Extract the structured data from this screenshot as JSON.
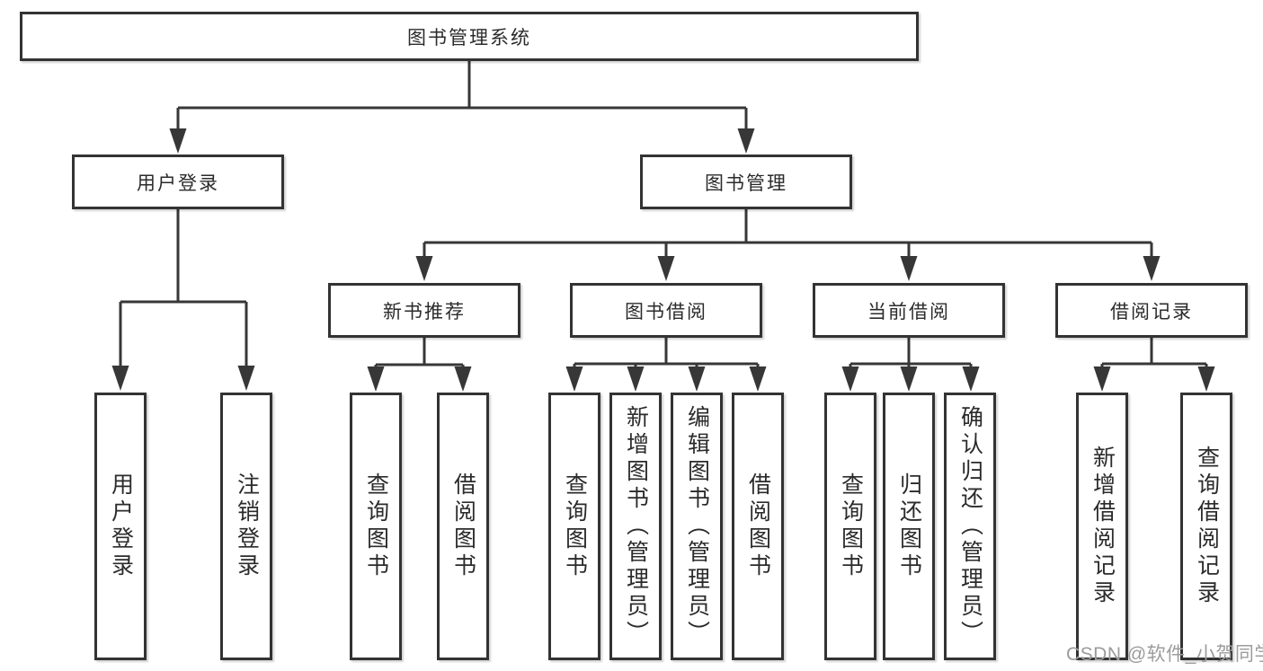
{
  "diagram": {
    "root": {
      "label": "图书管理系统"
    },
    "branches": [
      {
        "label": "用户登录",
        "children": [
          {
            "label": "用户登录"
          },
          {
            "label": "注销登录"
          }
        ]
      },
      {
        "label": "图书管理",
        "children": [
          {
            "label": "新书推荐",
            "children": [
              {
                "label": "查询图书"
              },
              {
                "label": "借阅图书"
              }
            ]
          },
          {
            "label": "图书借阅",
            "children": [
              {
                "label": "查询图书"
              },
              {
                "label": "新增图书（管理员）"
              },
              {
                "label": "编辑图书（管理员）"
              },
              {
                "label": "借阅图书"
              }
            ]
          },
          {
            "label": "当前借阅",
            "children": [
              {
                "label": "查询图书"
              },
              {
                "label": "归还图书"
              },
              {
                "label": "确认归还（管理员）"
              }
            ]
          },
          {
            "label": "借阅记录",
            "children": [
              {
                "label": "新增借阅记录"
              },
              {
                "label": "查询借阅记录"
              }
            ]
          }
        ]
      }
    ]
  },
  "watermark": {
    "text": "CSDN @软件_小贺同学"
  },
  "colors": {
    "line": "#373737",
    "box_border": "#333333",
    "text": "#2b2b2b",
    "background": "#ffffff",
    "watermark": "#9c9c9c"
  }
}
